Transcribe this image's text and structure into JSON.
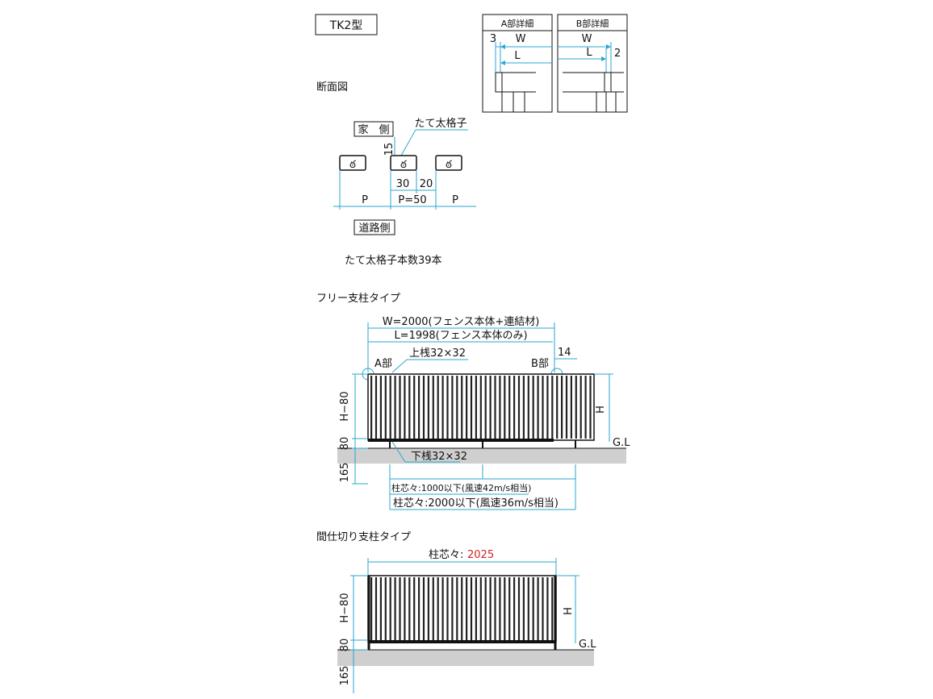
{
  "model_label": "TK2型",
  "detail_a": {
    "title": "A部詳細",
    "dim_offset": "3",
    "w": "W",
    "l": "L"
  },
  "detail_b": {
    "title": "B部詳細",
    "w": "W",
    "l": "L",
    "dim_offset": "2"
  },
  "section": {
    "title": "断面図",
    "house_side": "家　側",
    "road_side": "道路側",
    "bar_label": "たて太格子",
    "height_dim": "15",
    "dim_30": "30",
    "dim_20": "20",
    "pitch_left": "P",
    "pitch_center": "P=50",
    "pitch_right": "P",
    "bar_count": "たて太格子本数39本"
  },
  "free_post": {
    "title": "フリー支柱タイプ",
    "w_dim": "W=2000(フェンス本体+連結材)",
    "l_dim": "L=1998(フェンス本体のみ)",
    "part_a": "A部",
    "part_b": "B部",
    "dim_14": "14",
    "upper_rail": "上桟32×32",
    "lower_rail": "下桟32×32",
    "h_minus": "H−80",
    "h": "H",
    "gl": "G.L",
    "dim_80": "80",
    "dim_165": "165",
    "span_1000": "柱芯々:1000以下(風速42m/s相当)",
    "span_2000": "柱芯々:2000以下(風速36m/s相当)"
  },
  "partition_post": {
    "title": "間仕切り支柱タイプ",
    "span_prefix": "柱芯々:",
    "span_value": "2025",
    "h_minus": "H−80",
    "h": "H",
    "gl": "G.L",
    "dim_80": "80",
    "dim_165": "165"
  },
  "colors": {
    "dimension": "#2aa7cf",
    "highlight": "#d42020",
    "ground": "#cfcfcf"
  }
}
